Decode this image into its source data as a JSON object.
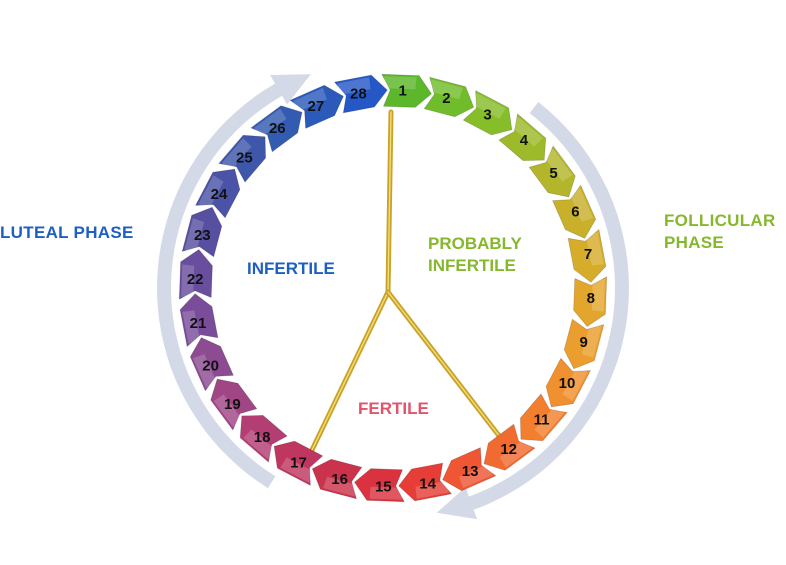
{
  "labels": {
    "luteal_phase": "LUTEAL PHASE",
    "follicular_phase_line1": "FOLLICULAR",
    "follicular_phase_line2": "PHASE",
    "infertile": "INFERTILE",
    "probably_infertile_line1": "PROBABLY",
    "probably_infertile_line2": "INFERTILE",
    "fertile": "FERTILE"
  },
  "days": [
    "1",
    "2",
    "3",
    "4",
    "5",
    "6",
    "7",
    "8",
    "9",
    "10",
    "11",
    "12",
    "13",
    "14",
    "15",
    "16",
    "17",
    "18",
    "19",
    "20",
    "21",
    "22",
    "23",
    "24",
    "25",
    "26",
    "27",
    "28"
  ],
  "colors": {
    "luteal": "#1d5fc2",
    "follicular": "#86b82d",
    "infertile": "#1d5fc2",
    "probably_infertile": "#86b82d",
    "fertile": "#e0556a",
    "divider": "#c9a227",
    "cycle_arrow": "#d3d9e6",
    "day_gradient": [
      "#5cb82a",
      "#7fbf2a",
      "#a6b92a",
      "#c9b02a",
      "#e1a82c",
      "#ee9a2e",
      "#f37d2e",
      "#ef5a33",
      "#e23238",
      "#c8324f",
      "#b53d72",
      "#964a8f",
      "#744e9c",
      "#584f9f",
      "#4255a8",
      "#2f5cb3",
      "#2558c6"
    ]
  }
}
